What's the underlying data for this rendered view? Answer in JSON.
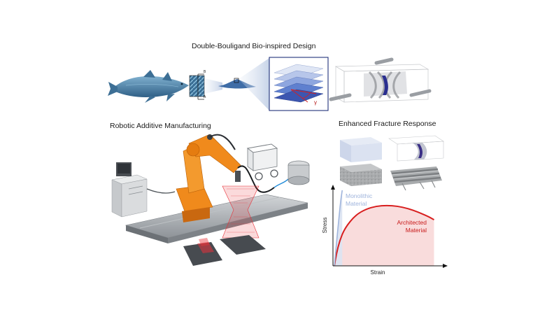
{
  "titles": {
    "design": "Double-Bouligand Bio-inspired Design",
    "manufacturing": "Robotic Additive Manufacturing",
    "fracture": "Enhanced Fracture Response"
  },
  "design_panel": {
    "axis_labels": [
      "B",
      "A"
    ],
    "angle_label": "γ"
  },
  "chart_data": {
    "type": "line",
    "xlabel": "Strain",
    "ylabel": "Stress",
    "series": [
      {
        "name": "Monolithic Material",
        "color": "#9fb4dc",
        "x": [
          0,
          0.02,
          0.04,
          0.06,
          0.075
        ],
        "y": [
          0,
          0.3,
          0.58,
          0.86,
          1.0
        ]
      },
      {
        "name": "Architected Material",
        "color": "#d81e1e",
        "x": [
          0,
          0.02,
          0.05,
          0.1,
          0.2,
          0.3,
          0.4,
          0.5,
          0.6,
          0.7,
          0.8,
          0.9,
          0.95
        ],
        "y": [
          0,
          0.16,
          0.33,
          0.5,
          0.67,
          0.75,
          0.79,
          0.8,
          0.79,
          0.76,
          0.71,
          0.65,
          0.61
        ]
      }
    ],
    "series_labels": {
      "monolithic": [
        "Monolithic",
        "Material"
      ],
      "architected": [
        "Architected",
        "Material"
      ]
    }
  },
  "colors": {
    "fish": "#4c7fa6",
    "robot": "#f08a1c",
    "laser": "#e8323a",
    "rail": "#9ea3a8",
    "fiber": "#6f8fd6"
  }
}
